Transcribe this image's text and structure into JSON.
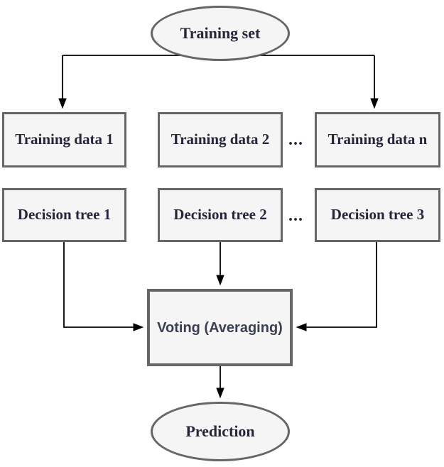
{
  "diagram_type": "flowchart",
  "nodes": {
    "training_set": {
      "label": "Training set",
      "shape": "ellipse"
    },
    "training_data_1": {
      "label": "Training data 1",
      "shape": "rect"
    },
    "training_data_2": {
      "label": "Training data 2",
      "shape": "rect"
    },
    "training_data_n": {
      "label": "Training data n",
      "shape": "rect"
    },
    "decision_tree_1": {
      "label": "Decision tree 1",
      "shape": "rect"
    },
    "decision_tree_2": {
      "label": "Decision tree 2",
      "shape": "rect"
    },
    "decision_tree_3": {
      "label": "Decision tree 3",
      "shape": "rect"
    },
    "voting": {
      "label": "Voting (Averaging)",
      "shape": "rect"
    },
    "prediction": {
      "label": "Prediction",
      "shape": "ellipse"
    },
    "ellipsis_top": {
      "label": "..."
    },
    "ellipsis_bottom": {
      "label": "..."
    }
  },
  "edges": [
    {
      "from": "training_set",
      "to": "training_data_1"
    },
    {
      "from": "training_set",
      "to": "training_data_n"
    },
    {
      "from": "decision_tree_1",
      "to": "voting"
    },
    {
      "from": "decision_tree_2",
      "to": "voting"
    },
    {
      "from": "decision_tree_3",
      "to": "voting"
    },
    {
      "from": "voting",
      "to": "prediction"
    }
  ],
  "colors": {
    "node_fill": "#f5f5f5",
    "node_border": "#666666",
    "connector": "#000000",
    "text_serif": "#26263a",
    "text_voting": "#3a3f52",
    "background": "#ffffff"
  }
}
